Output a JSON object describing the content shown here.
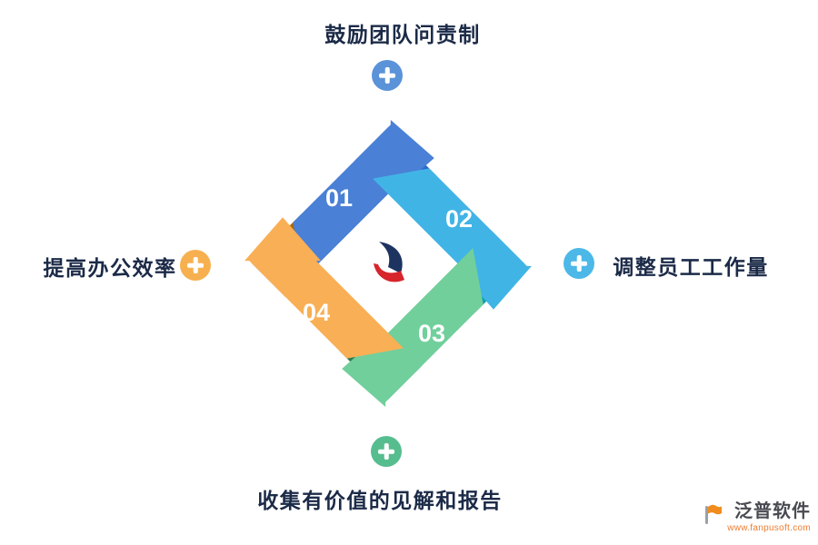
{
  "labels": {
    "color": "#1b2a47",
    "top": "鼓励团队问责制",
    "right": "调整员工工作量",
    "bottom": "收集有价值的见解和报告",
    "left": "提高办公效率"
  },
  "plus_icons": {
    "top": "#5b93d8",
    "right": "#4cb8e8",
    "bottom": "#56bd8e",
    "left": "#f7b04f"
  },
  "cycle": {
    "steps": [
      {
        "num": "01",
        "arrow_color": "#4a80d6",
        "fold_color": "#a8690f"
      },
      {
        "num": "02",
        "arrow_color": "#41b4e6",
        "fold_color": "#2b6ac9"
      },
      {
        "num": "03",
        "arrow_color": "#71cf9b",
        "fold_color": "#139fb1"
      },
      {
        "num": "04",
        "arrow_color": "#f9af55",
        "fold_color": "#2e7d52"
      }
    ],
    "center_logo": {
      "navy": "#1d3461",
      "red": "#d6252b"
    }
  },
  "watermark": {
    "brand": "泛普软件",
    "url": "www.fanpusoft.com",
    "brand_color": "#4a4b52",
    "url_color": "#ed7d31",
    "flag_color": "#f08c1e",
    "pole_color": "#9aa0a8"
  }
}
